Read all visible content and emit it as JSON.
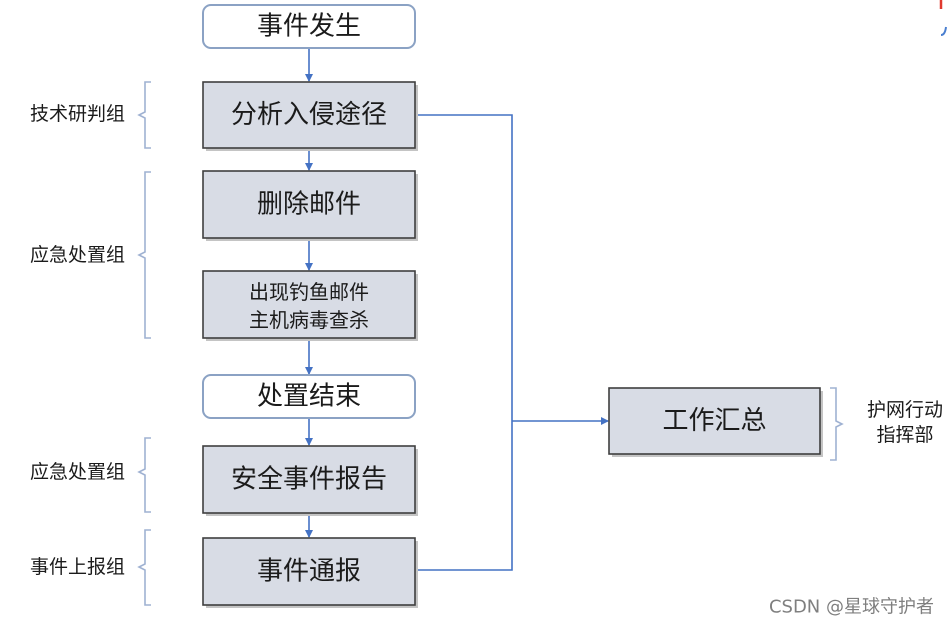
{
  "flow_nodes": [
    {
      "label": "事件发生"
    },
    {
      "label": "分析入侵途径"
    },
    {
      "label": "删除邮件"
    },
    {
      "lines": [
        "出现钓鱼邮件",
        "主机病毒查杀"
      ]
    },
    {
      "label": "处置结束"
    },
    {
      "label": "安全事件报告"
    },
    {
      "label": "事件通报"
    }
  ],
  "summary_node": {
    "label": "工作汇总"
  },
  "left_groups": [
    {
      "label": "技术研判组"
    },
    {
      "label": "应急处置组"
    },
    {
      "label": "应急处置组"
    },
    {
      "label": "事件上报组"
    }
  ],
  "right_group": {
    "lines": [
      "护网行动",
      "指挥部"
    ]
  },
  "watermark": "CSDN @星球守护者",
  "colors": {
    "flow_line": "#4472c4",
    "box_fill": "#d8dce5",
    "box_border": "#3f3f3f",
    "rounded_box_border": "#8ba2c4",
    "bracket": "#9fb2d2",
    "text": "#1b1b1b",
    "watermark": "#7f7f7f"
  }
}
